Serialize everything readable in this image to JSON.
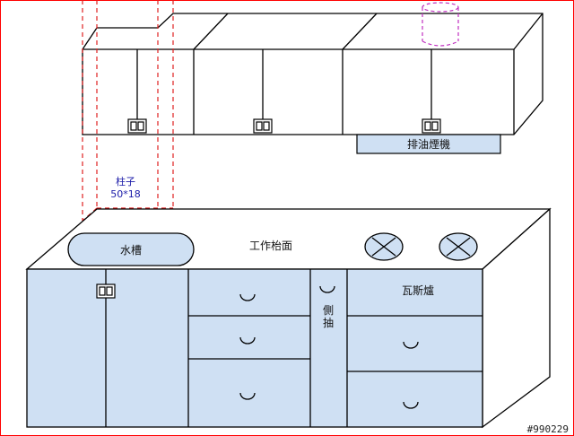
{
  "labels": {
    "pillar_title": "柱子",
    "pillar_size": "50*18",
    "range_hood": "排油煙機",
    "sink": "水槽",
    "countertop": "工作枱面",
    "gas_stove": "瓦斯爐",
    "side_drawer_1": "側",
    "side_drawer_2": "抽",
    "watermark": "#990229"
  },
  "colors": {
    "cabinet_fill": "#cfe0f3",
    "outline": "#000000",
    "pillar_dash": "#e02020",
    "duct_dash": "#c030c0",
    "border": "#ff0000",
    "pillar_text": "#1a1aa8"
  }
}
